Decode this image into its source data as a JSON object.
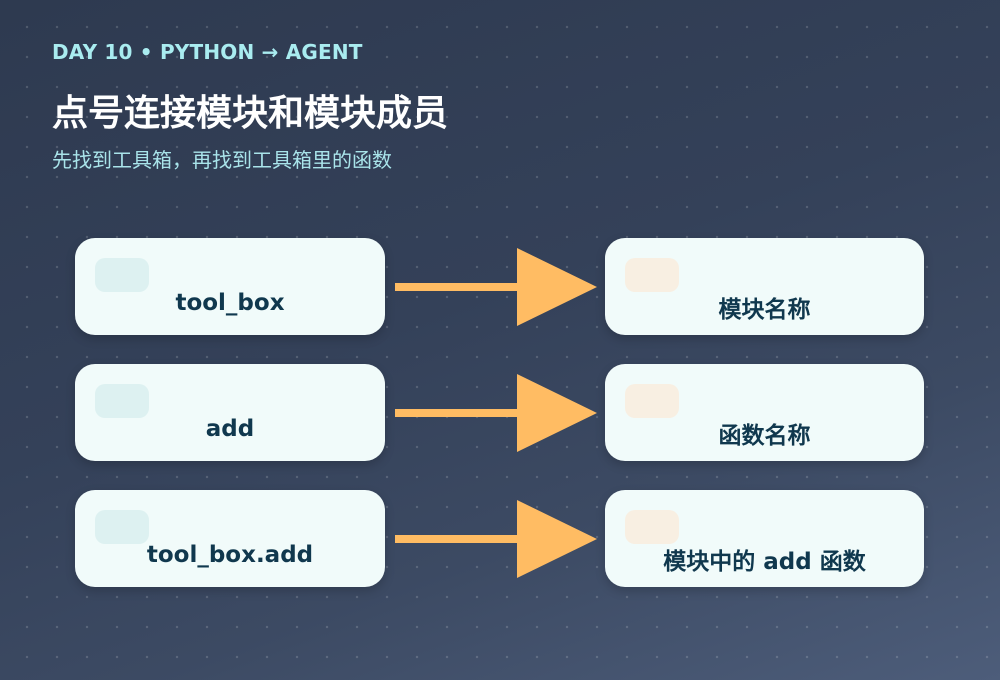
{
  "header": {
    "eyebrow": "DAY 10 • PYTHON → AGENT",
    "title": "点号连接模块和模块成员",
    "subtitle": "先找到工具箱，再找到工具箱里的函数"
  },
  "rows": [
    {
      "left": "tool_box",
      "right": "模块名称"
    },
    {
      "left": "add",
      "right": "函数名称"
    },
    {
      "left": "tool_box.add",
      "right": "模块中的 add 函数"
    }
  ],
  "colors": {
    "accent_arrow": "#ffbc63",
    "box_bg": "#f1fbfa",
    "box_text": "#10384e",
    "eyebrow": "#a9ecf0"
  }
}
